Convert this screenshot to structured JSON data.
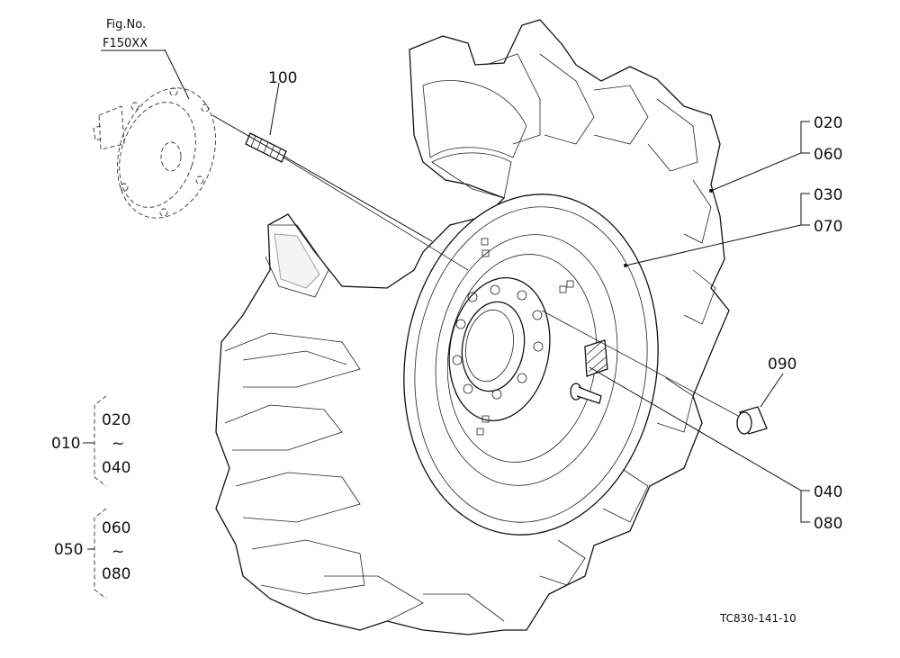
{
  "figure_ref": {
    "label": "Fig.No.",
    "code": "F150XX"
  },
  "parts": {
    "p100": "100",
    "p020": "020",
    "p060": "060",
    "p030": "030",
    "p070": "070",
    "p090": "090",
    "p040": "040",
    "p080": "080"
  },
  "groups": {
    "g010": {
      "id": "010",
      "from": "020",
      "tilde": "~",
      "to": "040"
    },
    "g050": {
      "id": "050",
      "from": "060",
      "tilde": "~",
      "to": "080"
    }
  },
  "drawing_code": "TC830-141-10"
}
